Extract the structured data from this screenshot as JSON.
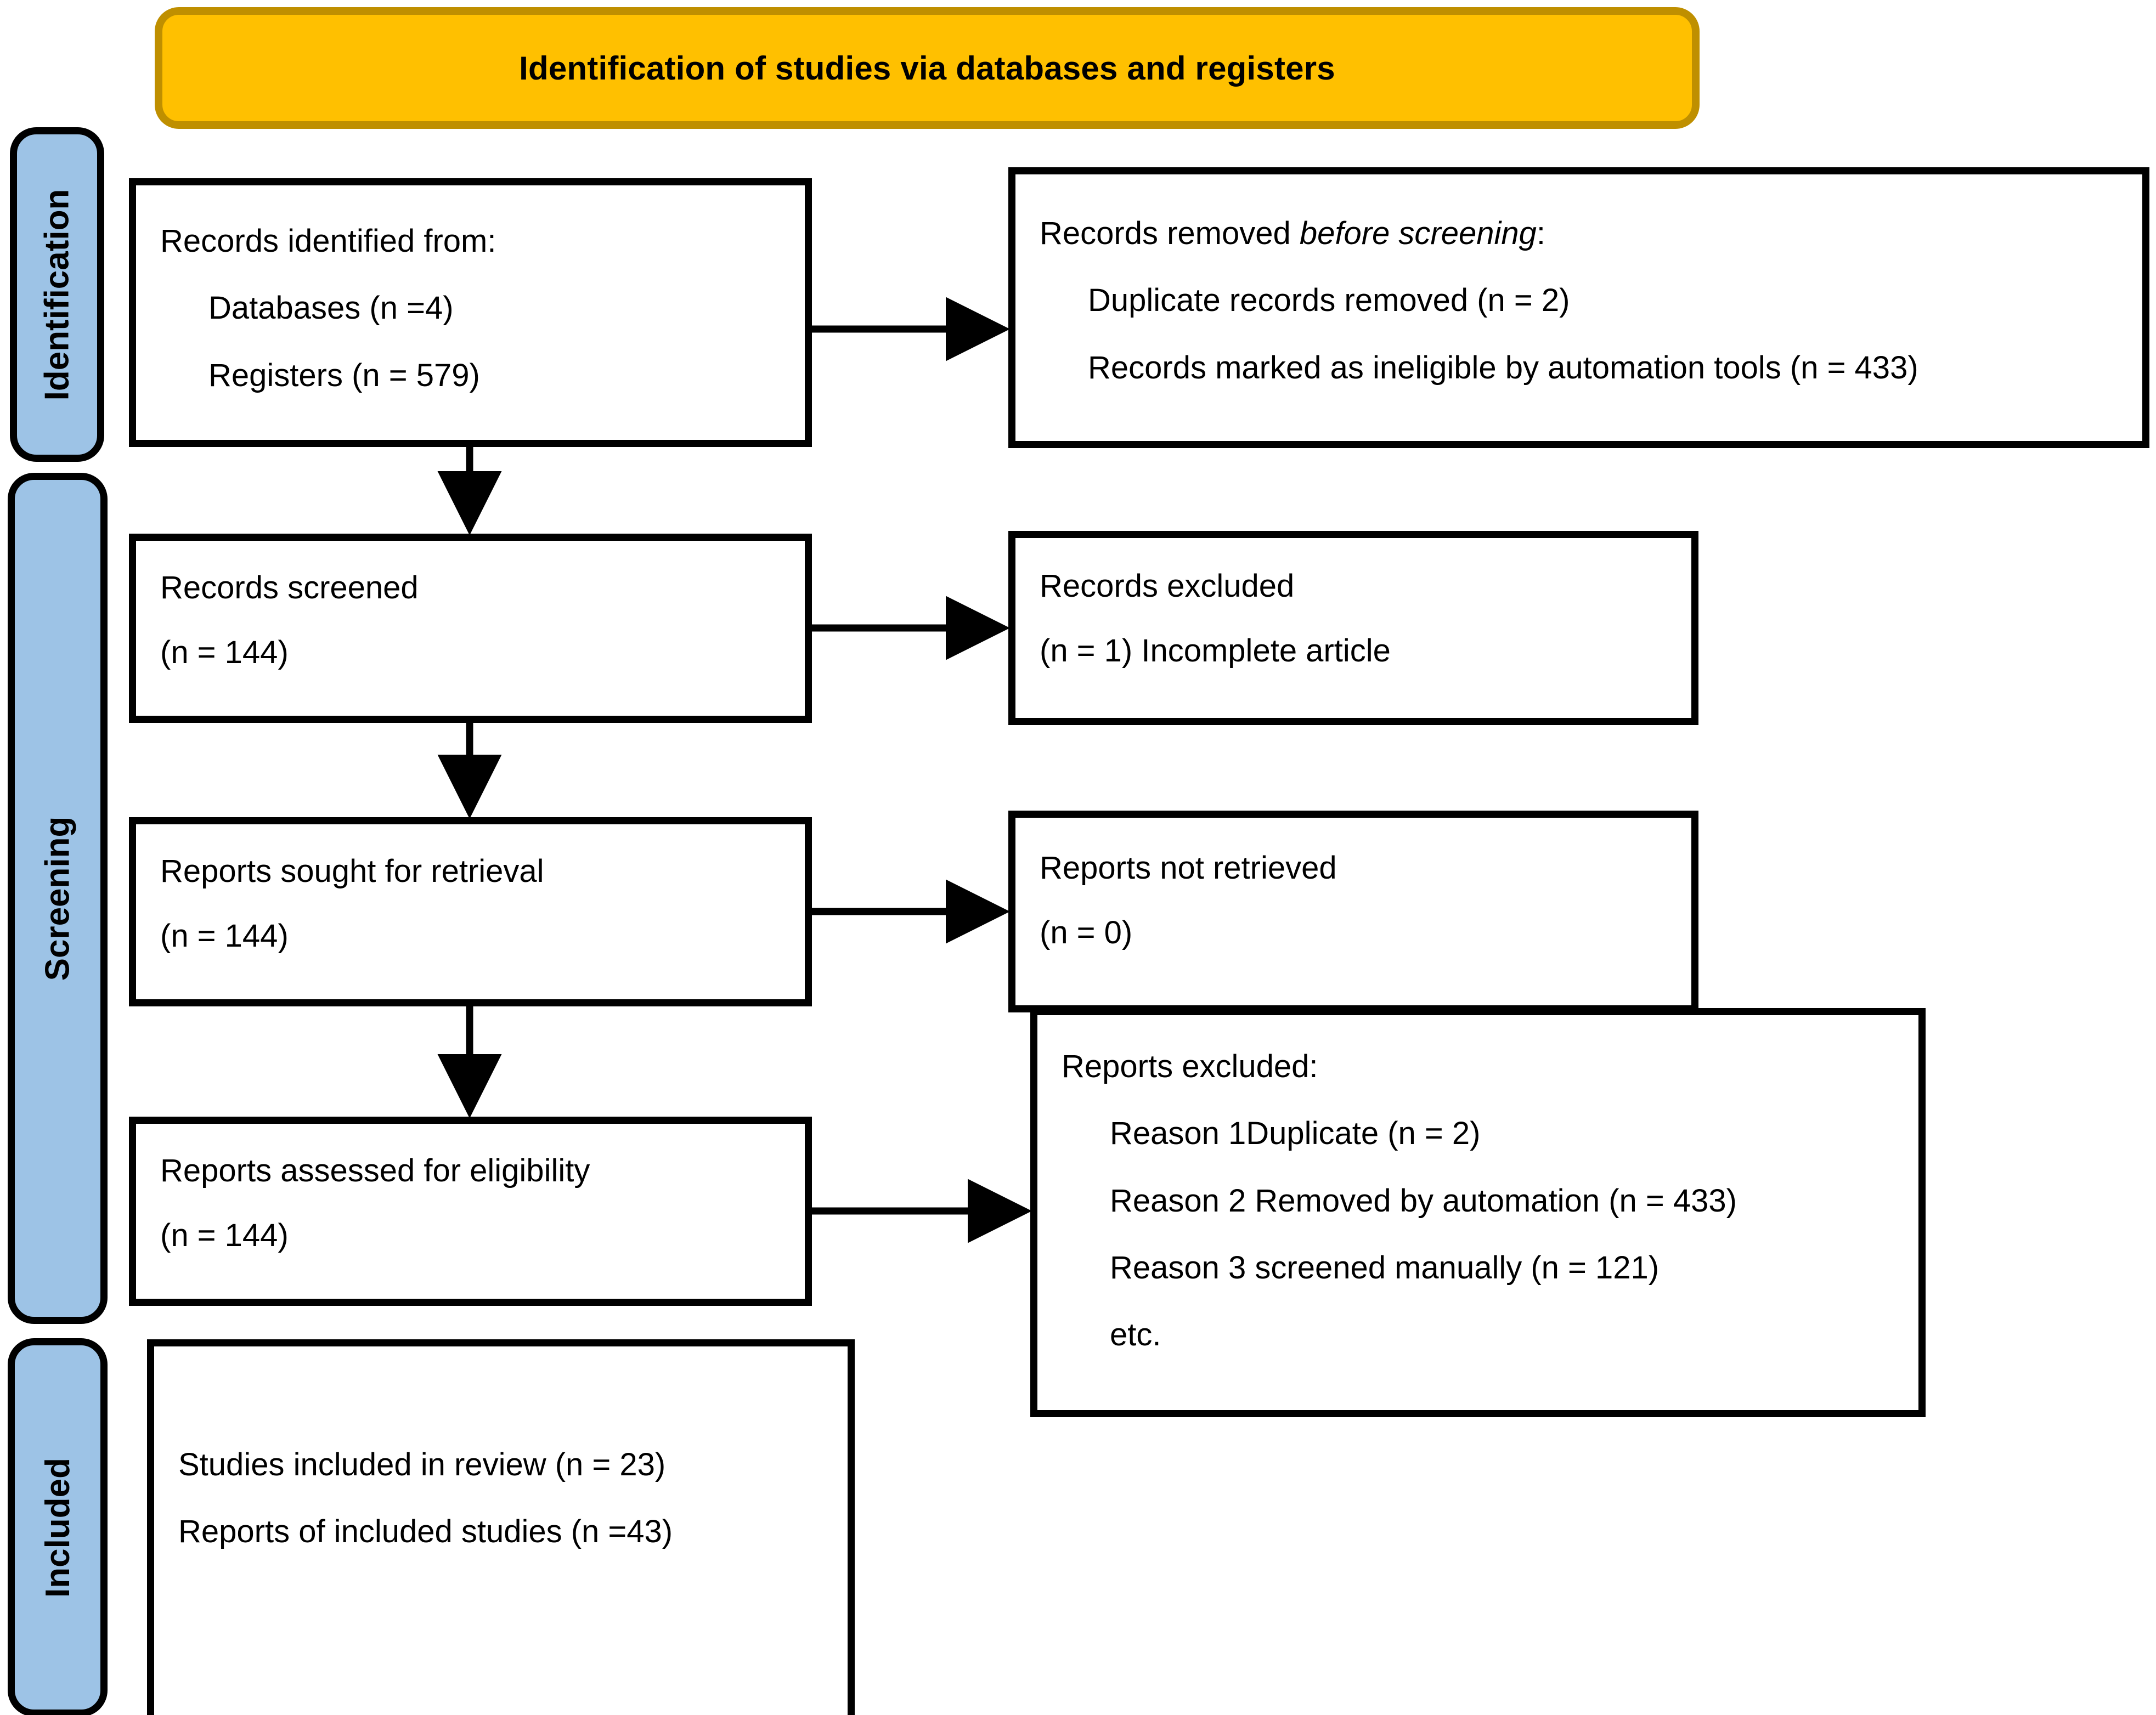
{
  "banner": {
    "title": "Identification of studies via databases and registers",
    "fill": "#FFC000",
    "border": "#BF8F00"
  },
  "bands": {
    "fill": "#9DC3E6",
    "identification": "Identification",
    "screening": "Screening",
    "included": "Included"
  },
  "boxes": {
    "identified": {
      "heading": "Records identified from:",
      "line1": "Databases (n =4)",
      "line2": "Registers (n = 579)"
    },
    "removed": {
      "heading_plain": "Records removed ",
      "heading_italic": "before screening",
      "heading_tail": ":",
      "line1": "Duplicate records removed (n = 2)",
      "line2": "Records marked as ineligible by automation tools (n = 433)"
    },
    "screened": {
      "heading": "Records screened",
      "count": "(n = 144)"
    },
    "records_excluded": {
      "heading": "Records excluded",
      "count": "(n = 1) Incomplete article"
    },
    "sought": {
      "heading": "Reports sought for retrieval",
      "count": "(n = 144)"
    },
    "not_retrieved": {
      "heading": "Reports not retrieved",
      "count": "(n = 0)"
    },
    "assessed": {
      "heading": "Reports assessed for eligibility",
      "count": "(n = 144)"
    },
    "reports_excluded": {
      "heading": "Reports excluded:",
      "reason1": "Reason 1Duplicate (n = 2)",
      "reason2": "Reason 2 Removed by automation (n = 433)",
      "reason3": "Reason 3 screened manually (n = 121)",
      "etc": "etc."
    },
    "included": {
      "line1": "Studies included in review (n = 23)",
      "line2": "Reports of included studies (n =43)"
    }
  },
  "chart_data": {
    "type": "flowchart",
    "title": "Identification of studies via databases and registers",
    "stages": [
      "Identification",
      "Screening",
      "Included"
    ],
    "nodes": [
      {
        "id": "identified",
        "stage": "Identification",
        "label": "Records identified from:",
        "databases": 4,
        "registers": 579
      },
      {
        "id": "removed",
        "stage": "Identification",
        "label": "Records removed before screening:",
        "duplicate_records_removed": 2,
        "ineligible_by_automation_tools": 433
      },
      {
        "id": "screened",
        "stage": "Screening",
        "label": "Records screened",
        "n": 144
      },
      {
        "id": "records_excluded",
        "stage": "Screening",
        "label": "Records excluded",
        "n": 1,
        "note": "Incomplete article"
      },
      {
        "id": "sought",
        "stage": "Screening",
        "label": "Reports sought for retrieval",
        "n": 144
      },
      {
        "id": "not_retrieved",
        "stage": "Screening",
        "label": "Reports not retrieved",
        "n": 0
      },
      {
        "id": "assessed",
        "stage": "Screening",
        "label": "Reports assessed for eligibility",
        "n": 144
      },
      {
        "id": "reports_excluded",
        "stage": "Screening",
        "label": "Reports excluded:",
        "reasons": [
          {
            "name": "Reason 1Duplicate",
            "n": 2
          },
          {
            "name": "Reason 2 Removed by automation",
            "n": 433
          },
          {
            "name": "Reason 3 screened manually",
            "n": 121
          },
          {
            "name": "etc.",
            "n": null
          }
        ]
      },
      {
        "id": "included",
        "stage": "Included",
        "studies_included_in_review": 23,
        "reports_of_included_studies": 43
      }
    ],
    "edges": [
      {
        "from": "identified",
        "to": "removed",
        "dir": "right"
      },
      {
        "from": "identified",
        "to": "screened",
        "dir": "down"
      },
      {
        "from": "screened",
        "to": "records_excluded",
        "dir": "right"
      },
      {
        "from": "screened",
        "to": "sought",
        "dir": "down"
      },
      {
        "from": "sought",
        "to": "not_retrieved",
        "dir": "right"
      },
      {
        "from": "sought",
        "to": "assessed",
        "dir": "down"
      },
      {
        "from": "assessed",
        "to": "reports_excluded",
        "dir": "right"
      }
    ]
  }
}
